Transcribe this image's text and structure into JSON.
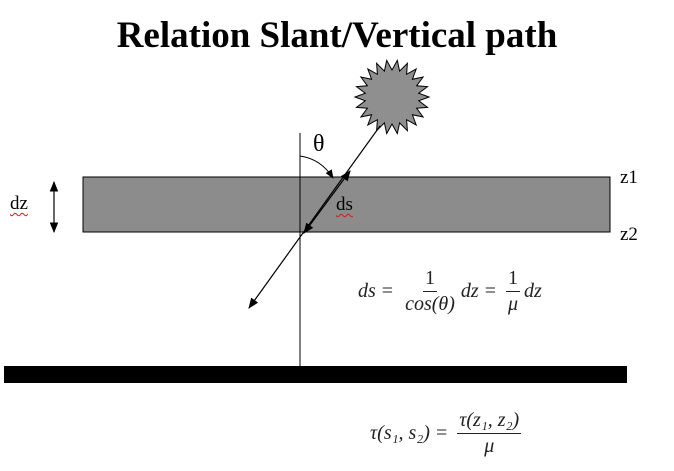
{
  "title": "Relation Slant/Vertical path",
  "labels": {
    "theta": "θ",
    "z1": "z1",
    "z2": "z2",
    "dz": "dz",
    "ds": "ds"
  },
  "equation1": {
    "lhs": "ds",
    "eq": "=",
    "frac1_num": "1",
    "frac1_den": "cos(θ)",
    "mid": "dz",
    "eq2": "=",
    "frac2_num": "1",
    "frac2_den": "μ",
    "rhs": "dz"
  },
  "equation2": {
    "lhs": "τ(s₁, s₂)",
    "eq": "=",
    "num": "τ(z₁, z₂)",
    "den": "μ"
  },
  "colors": {
    "layer_fill": "#8c8c8c",
    "sun_fill": "#8f8f8f",
    "ground": "#000000"
  },
  "icons": [
    "sun-icon"
  ]
}
